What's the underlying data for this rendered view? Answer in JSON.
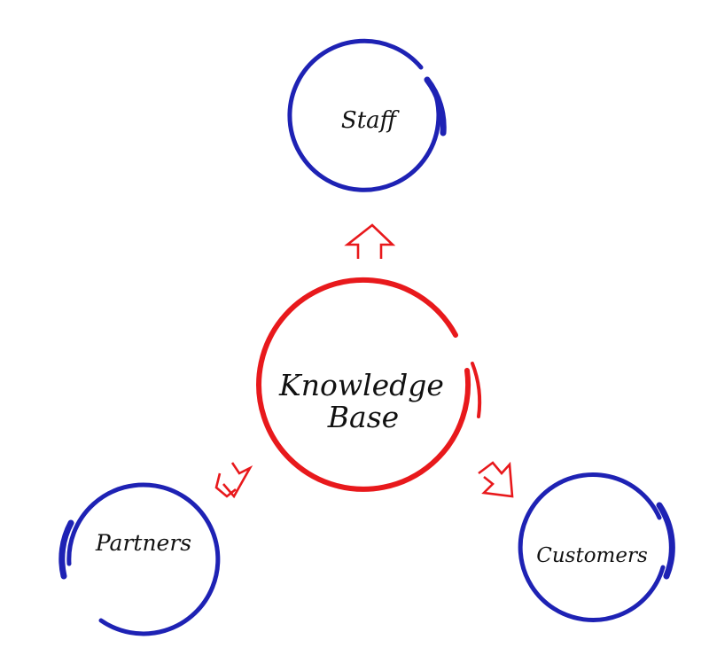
{
  "diagram": {
    "center": {
      "line1": "Knowledge",
      "line2": "Base"
    },
    "nodes": {
      "staff": "Staff",
      "partners": "Partners",
      "customers": "Customers"
    }
  },
  "colors": {
    "center_ring": "#e8191c",
    "outer_ring": "#1e22b4",
    "arrow": "#e8191c",
    "text": "#111111"
  }
}
